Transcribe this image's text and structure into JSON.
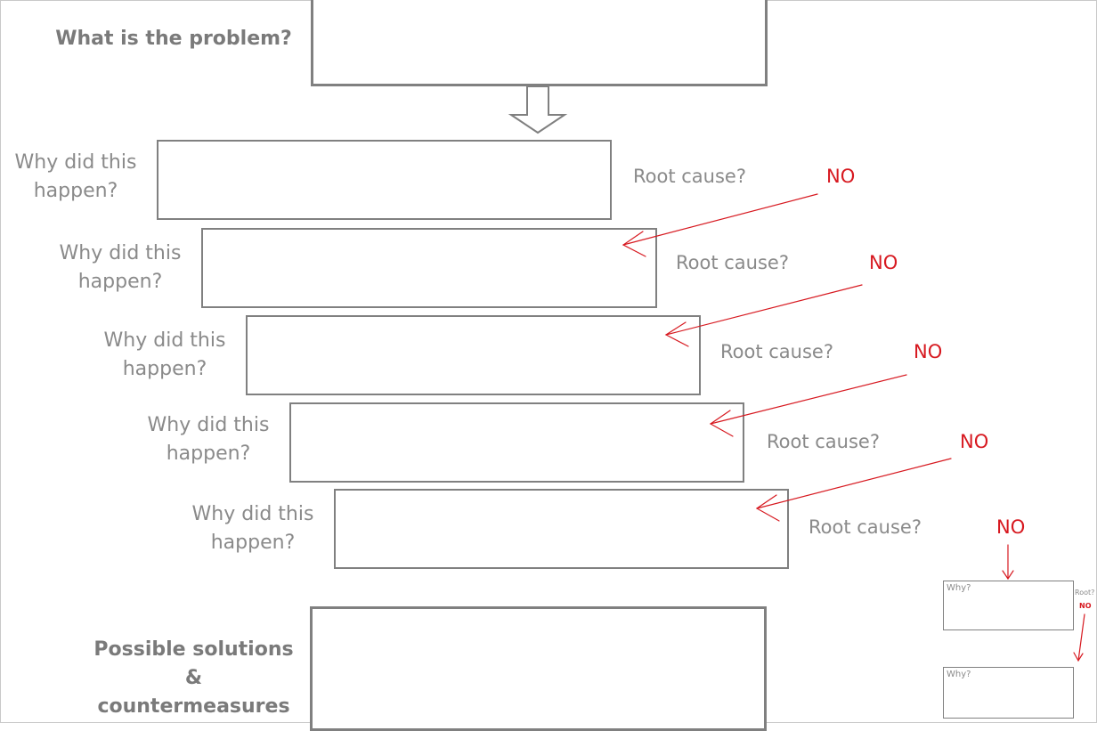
{
  "problem": {
    "label": "What is the problem?"
  },
  "whys": [
    {
      "label": "Why did this happen?",
      "root_label": "Root cause?",
      "no_label": "NO"
    },
    {
      "label": "Why did this happen?",
      "root_label": "Root cause?",
      "no_label": "NO"
    },
    {
      "label": "Why did this happen?",
      "root_label": "Root cause?",
      "no_label": "NO"
    },
    {
      "label": "Why did this happen?",
      "root_label": "Root cause?",
      "no_label": "NO"
    },
    {
      "label": "Why did this happen?",
      "root_label": "Root cause?",
      "no_label": "NO"
    }
  ],
  "solutions": {
    "label": "Possible solutions & countermeasures"
  },
  "mini": {
    "why_1": "Why?",
    "root": "Root?",
    "no": "NO",
    "why_2": "Why?"
  },
  "colors": {
    "box_border": "#808080",
    "text_gray": "#8a8a8a",
    "accent_red": "#d71920"
  }
}
